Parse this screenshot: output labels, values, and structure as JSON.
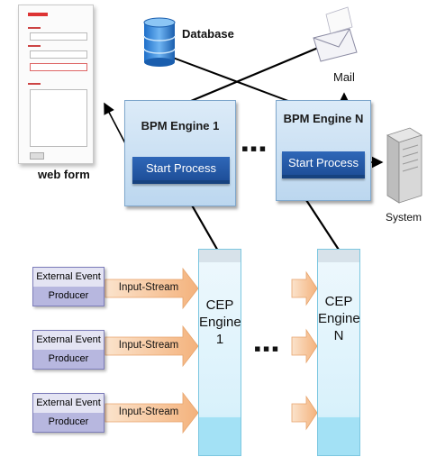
{
  "database": {
    "label": "Database"
  },
  "mail": {
    "label": "Mail"
  },
  "system": {
    "label": "System"
  },
  "web_form": {
    "label": "web form"
  },
  "bpm_engines": [
    {
      "title": "BPM Engine 1",
      "button": "Start Process"
    },
    {
      "title": "BPM Engine N",
      "button": "Start Process"
    }
  ],
  "cep_engines": [
    {
      "line1": "CEP",
      "line2": "Engine 1"
    },
    {
      "line1": "CEP",
      "line2": "Engine N"
    }
  ],
  "producers": [
    {
      "line1": "External Event",
      "line2": "Producer",
      "stream": "Input-Stream"
    },
    {
      "line1": "External Event",
      "line2": "Producer",
      "stream": "Input-Stream"
    },
    {
      "line1": "External Event",
      "line2": "Producer",
      "stream": "Input-Stream"
    }
  ],
  "ellipsis": "▪▪▪",
  "colors": {
    "start_button": "#2a5fae",
    "bpm_box": "#c9e0f4",
    "cep_box": "#d8f1fb",
    "producer_top": "#e4e4f3",
    "producer_bottom": "#b7b7df",
    "stream_arrow": "#f7c79d"
  }
}
